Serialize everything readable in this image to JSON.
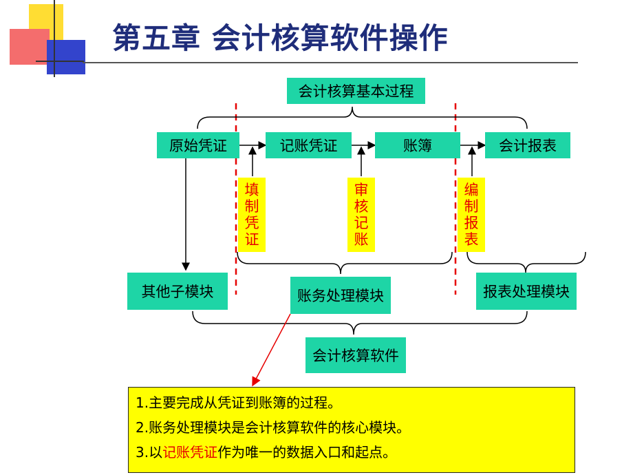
{
  "title": "第五章 会计核算软件操作",
  "colors": {
    "title": "#1f2d7a",
    "box_fill": "#1ed5a6",
    "highlight": "#ffff00",
    "accent_red": "#e60000"
  },
  "diagram": {
    "process_header": "会计核算基本过程",
    "steps": [
      "原始凭证",
      "记账凭证",
      "账簿",
      "会计报表"
    ],
    "actions": [
      [
        "填",
        "制",
        "凭",
        "证"
      ],
      [
        "审",
        "核",
        "记",
        "账"
      ],
      [
        "编",
        "制",
        "报",
        "表"
      ]
    ],
    "modules": {
      "other": "其他子模块",
      "ledger": "账务处理模块",
      "report": "报表处理模块"
    },
    "software": "会计核算软件"
  },
  "notes": {
    "n1": "1.主要完成从凭证到账簿的过程。",
    "n2": "2.账务处理模块是会计核算软件的核心模块。",
    "n3_prefix": "3.以",
    "n3_highlight": "记账凭证",
    "n3_suffix": "作为唯一的数据入口和起点。"
  }
}
